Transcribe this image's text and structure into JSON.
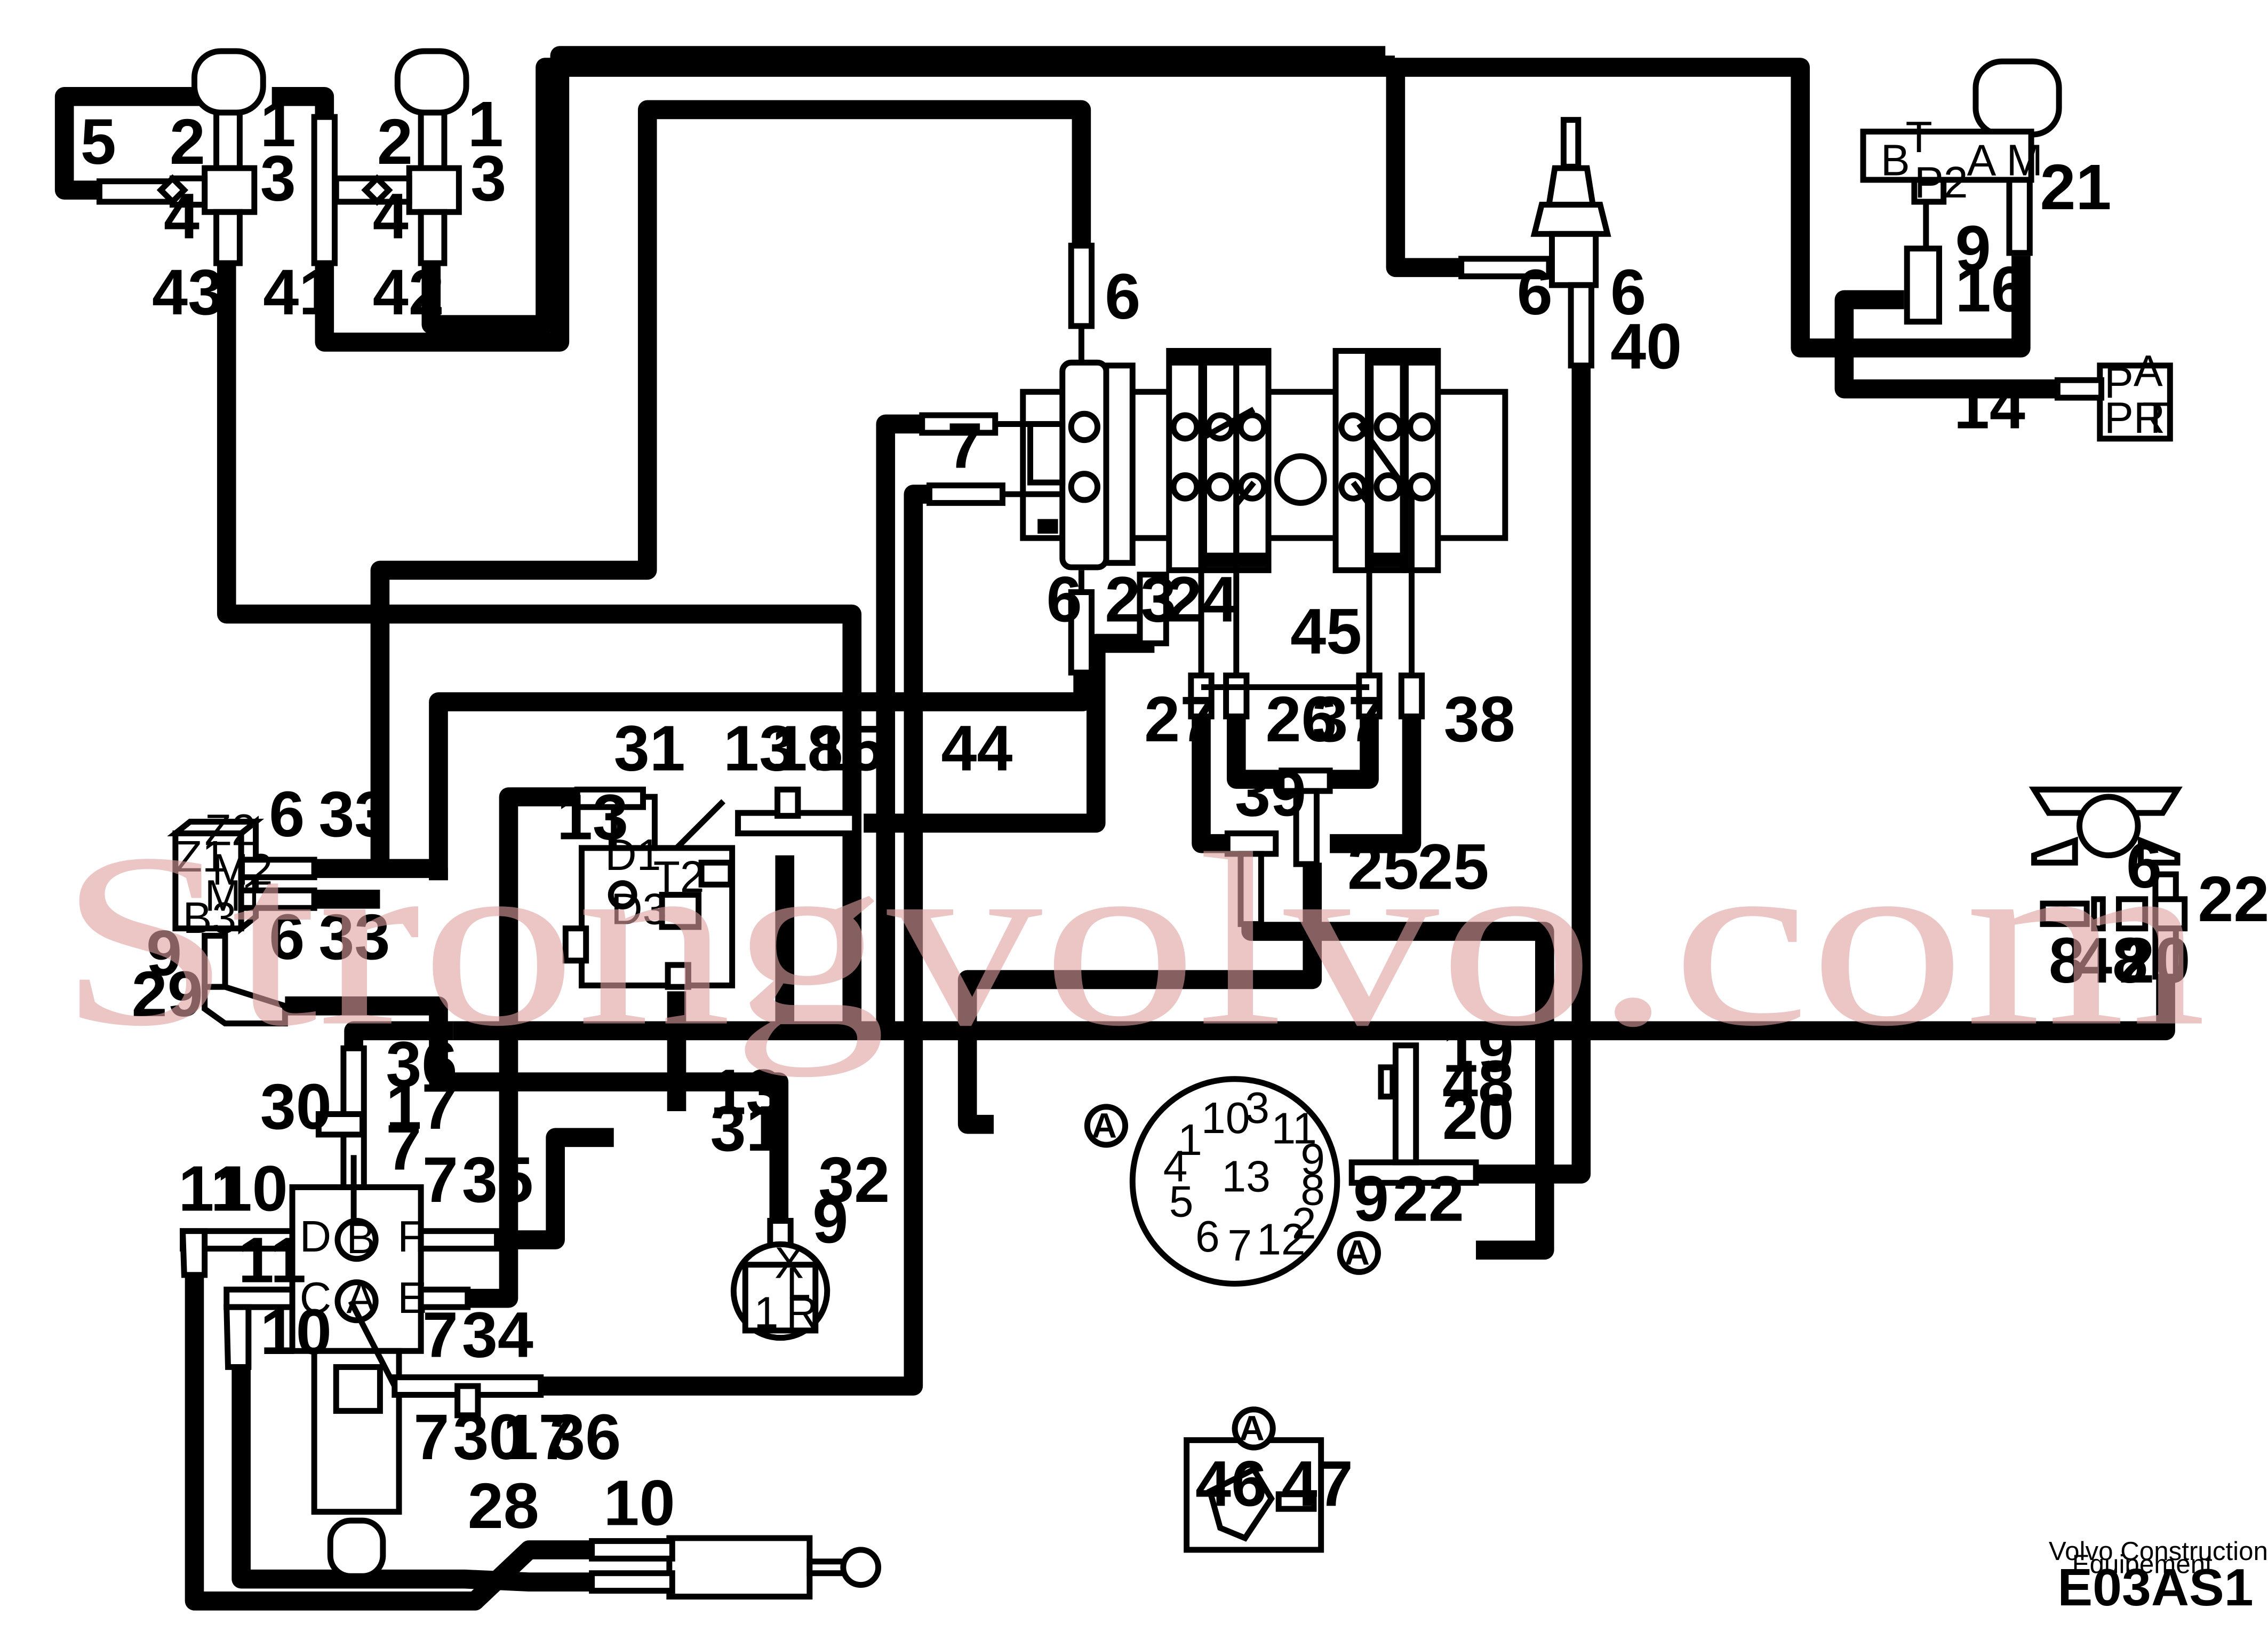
{
  "watermark": "Strongvolvo.com",
  "footer": {
    "company": "Volvo Construction",
    "subtitle": "Equipement",
    "code": "E03AS1"
  },
  "labels": {
    "n1a": "1",
    "n2a": "2",
    "n3a": "3",
    "n4a": "4",
    "n5": "5",
    "n1b": "1",
    "n2b": "2",
    "n3b": "3",
    "n4b": "4",
    "n43": "43",
    "n41": "41",
    "n42": "42",
    "n6_top": "6",
    "n7_valve": "7",
    "n6_valve_bot": "6",
    "n23": "23",
    "n24": "24",
    "n6_joy": "6",
    "n6_joy2": "6",
    "n40": "40",
    "n9_pilot": "9",
    "n16": "16",
    "n21": "21",
    "n14": "14",
    "n45": "45",
    "n27": "27",
    "n26": "26",
    "n37": "37",
    "n38": "38",
    "n39": "39",
    "n25a": "25",
    "n25b": "25",
    "n31a": "31",
    "n13a": "13",
    "n18": "18",
    "n15": "15",
    "n13b": "13",
    "n44": "44",
    "n33a": "33",
    "n6_blk_a": "6",
    "n6_blk_b": "6",
    "n33b": "33",
    "n9_blk": "9",
    "n29": "29",
    "n6_rot": "6",
    "n22a": "22",
    "n8": "8",
    "n48a": "48",
    "n20a": "20",
    "n19": "19",
    "n48b": "48",
    "n20b": "20",
    "n9_sw": "9",
    "n22b": "22",
    "n36a": "36",
    "n30a": "30",
    "n17a": "17",
    "n7_d1": "7",
    "n13c": "13",
    "n31b": "31",
    "n11a": "11",
    "n10a": "10",
    "n11b": "11",
    "n10b": "10",
    "n7_d2": "7",
    "n35": "35",
    "n7_d3": "7",
    "n34": "34",
    "n32": "32",
    "n9_motor": "9",
    "n7_d4": "7",
    "n30b": "30",
    "n17b": "17",
    "n36b": "36",
    "n28": "28",
    "n10c": "10",
    "n46": "46",
    "n47": "47",
    "A1": "A",
    "A2": "A",
    "A3": "A"
  },
  "ports": {
    "T": "T",
    "B": "B",
    "A": "A",
    "M": "M",
    "P2": "P2",
    "P": "P",
    "Aport": "A",
    "PR": "PR",
    "Tport": "T",
    "D1": "D1",
    "T2": "T2",
    "D3": "D3",
    "Z2": "Z2",
    "Z1": "Z1",
    "M2": "M2",
    "M1": "M1",
    "B3": "B3",
    "vB": "B",
    "vA": "A",
    "vD": "D",
    "vF": "F",
    "vC": "C",
    "vE": "E",
    "L": "L",
    "R": "R",
    "X": "X",
    "one": "1"
  },
  "switch_positions": [
    "1",
    "2",
    "3",
    "4",
    "5",
    "6",
    "7",
    "8",
    "9",
    "10",
    "11",
    "12",
    "13"
  ]
}
